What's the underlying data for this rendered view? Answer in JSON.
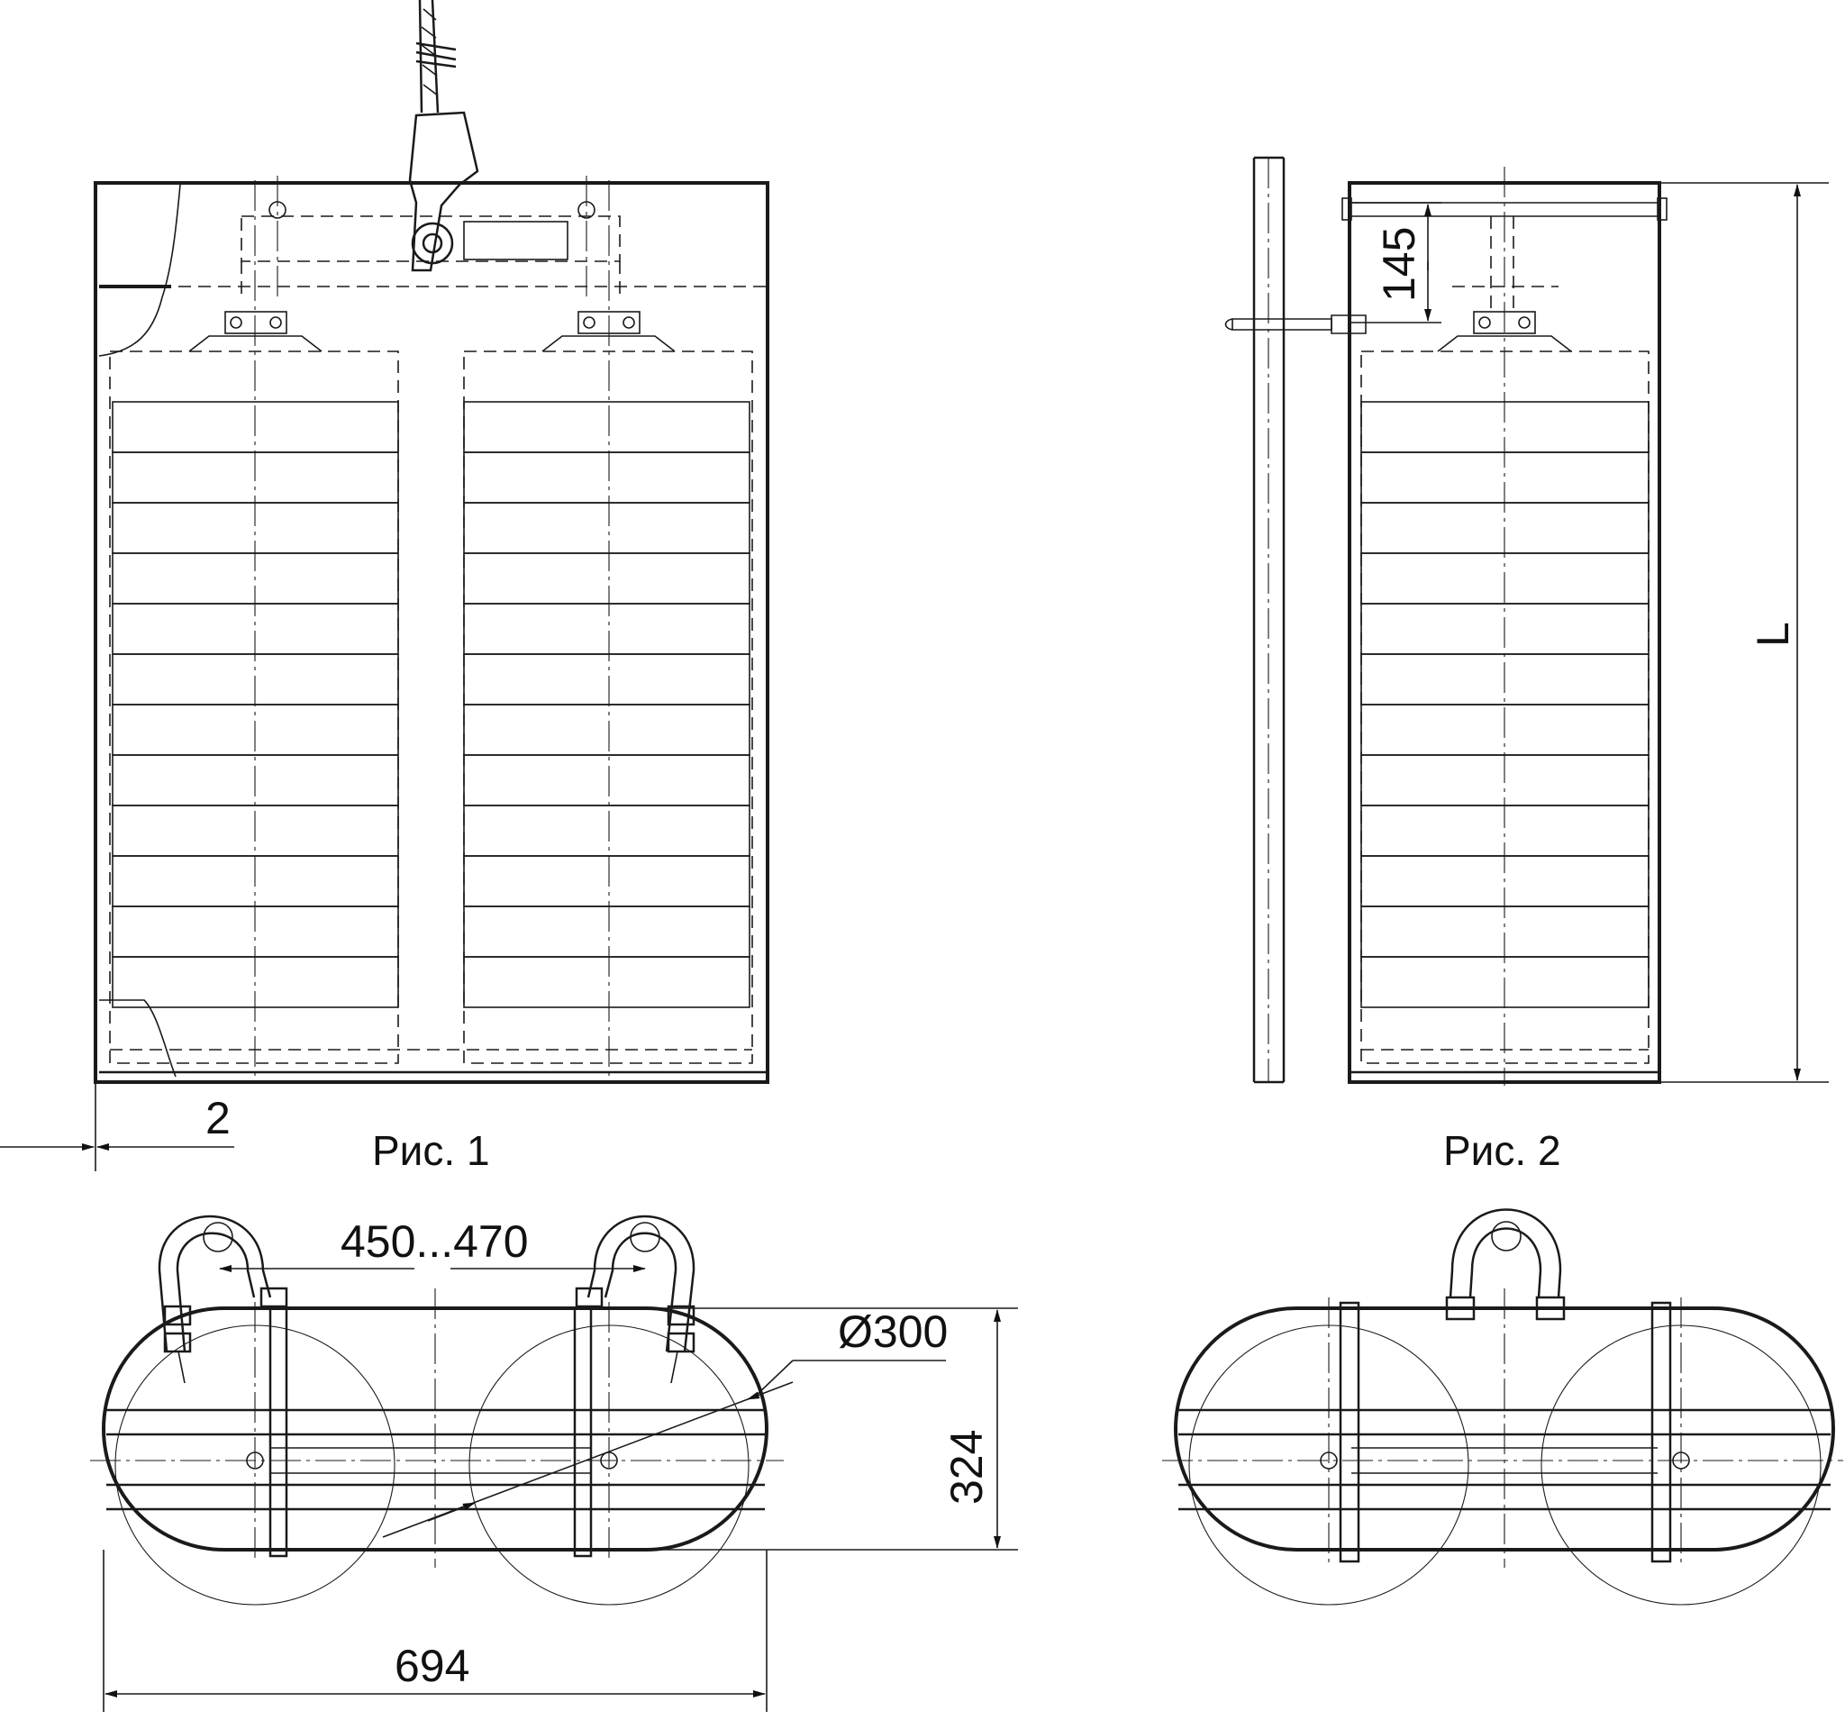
{
  "figures": {
    "fig1": {
      "caption": "Рис. 1"
    },
    "fig2": {
      "caption": "Рис. 2"
    }
  },
  "dimensions": {
    "gap": "2",
    "height_145": "145",
    "length": "L",
    "spacing": "450...470",
    "diameter": "Ø300",
    "height_324": "324",
    "width_694": "694"
  }
}
